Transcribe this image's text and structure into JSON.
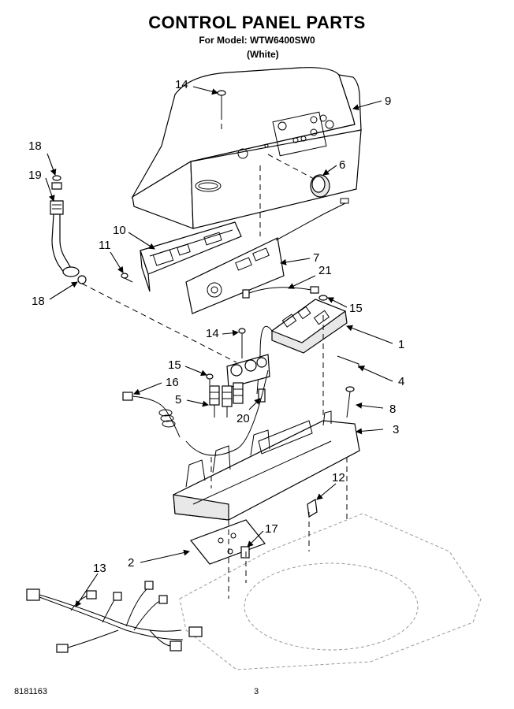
{
  "header": {
    "title": "CONTROL PANEL PARTS",
    "model_line": "For Model: WTW6400SW0",
    "variant": "(White)"
  },
  "footer": {
    "doc_number": "8181163",
    "page_number": "3"
  },
  "callouts": {
    "c1": "1",
    "c2": "2",
    "c3": "3",
    "c4": "4",
    "c5": "5",
    "c6": "6",
    "c7": "7",
    "c8": "8",
    "c9": "9",
    "c10": "10",
    "c11": "11",
    "c12": "12",
    "c13": "13",
    "c14a": "14",
    "c14b": "14",
    "c15a": "15",
    "c15b": "15",
    "c16": "16",
    "c17": "17",
    "c18a": "18",
    "c18b": "18",
    "c19": "19",
    "c20": "20",
    "c21": "21"
  }
}
